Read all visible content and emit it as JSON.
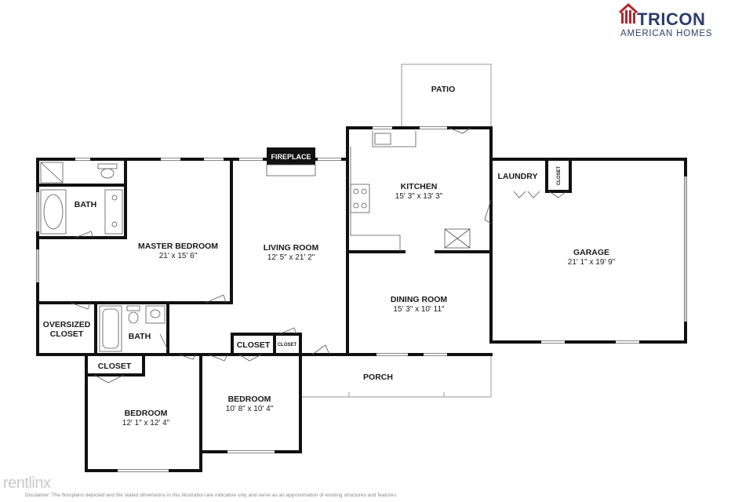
{
  "brand": {
    "name": "TRICON",
    "subtitle": "AMERICAN HOMES",
    "color": "#2c3e6a",
    "accent": "#b5252c",
    "icon": "house-roof-icon"
  },
  "rooms": {
    "patio": {
      "name": "PATIO"
    },
    "fireplace": {
      "name": "FIREPLACE"
    },
    "kitchen": {
      "name": "KITCHEN",
      "dims": "15' 3\" x 13' 3\""
    },
    "laundry": {
      "name": "LAUNDRY"
    },
    "laundry_closet": {
      "name": "CLOSET"
    },
    "garage": {
      "name": "GARAGE",
      "dims": "21' 1\" x 19' 9\""
    },
    "master_bath": {
      "name": "BATH"
    },
    "master_bedroom": {
      "name": "MASTER BEDROOM",
      "dims": "21' x 15' 6\""
    },
    "living_room": {
      "name": "LIVING ROOM",
      "dims": "12' 5\" x 21' 2\""
    },
    "dining_room": {
      "name": "DINING ROOM",
      "dims": "15' 3\" x 10' 11\""
    },
    "oversized_closet": {
      "line1": "OVERSIZED",
      "line2": "CLOSET"
    },
    "hall_bath": {
      "name": "BATH"
    },
    "hall_closet": {
      "name": "CLOSET"
    },
    "hall_closet_small": {
      "name": "CLOSET"
    },
    "porch": {
      "name": "PORCH"
    },
    "bedroom_closet": {
      "name": "CLOSET"
    },
    "bedroom_1": {
      "name": "BEDROOM",
      "dims": "12' 1\" x 12' 4\""
    },
    "bedroom_2": {
      "name": "BEDROOM",
      "dims": "10' 8\" x 10' 4\""
    }
  },
  "watermark": "rentlinx",
  "disclaimer": "Disclaimer: The floorplans depicted and the stated dimensions in this illustration are indicative only and serve as an approximation of existing structures and features."
}
